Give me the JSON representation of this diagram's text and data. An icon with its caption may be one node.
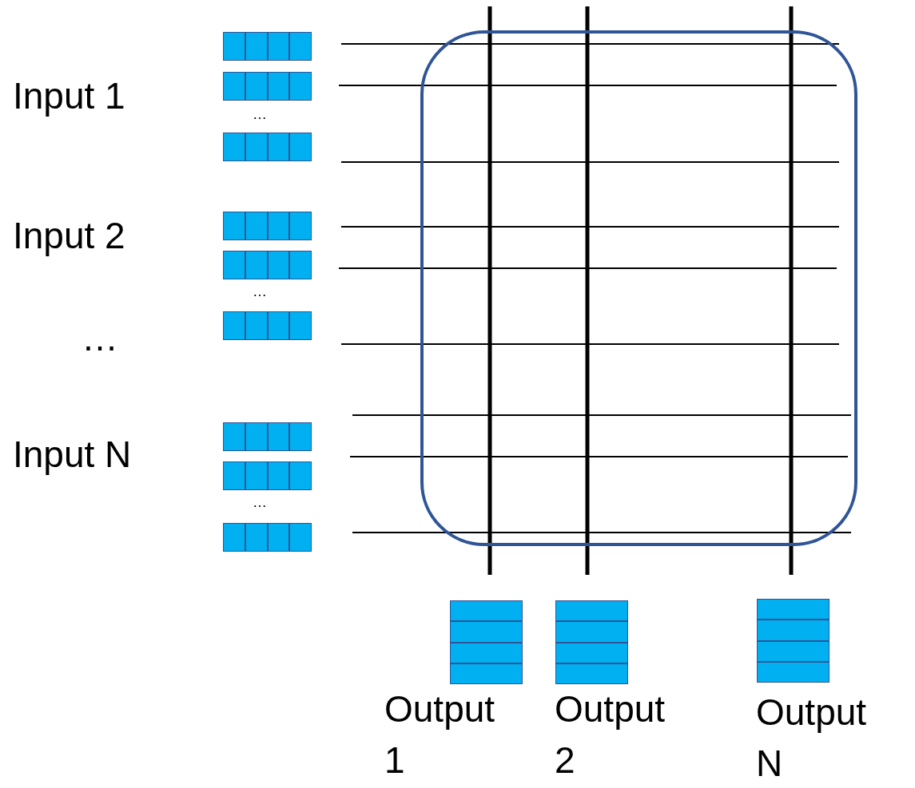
{
  "diagram": {
    "nodes": [
      {
        "text": [],
        "shape": "bar"
      },
      {
        "text": [],
        "shape": "bar"
      },
      {
        "text": [],
        "shape": "bar"
      },
      {
        "text": [],
        "shape": "bar"
      },
      {
        "text": [],
        "shape": "bar"
      },
      {
        "text": [],
        "shape": "bar"
      },
      {
        "text": [],
        "shape": "bar"
      },
      {
        "text": [],
        "shape": "bar"
      },
      {
        "text": [],
        "shape": "bar"
      },
      {
        "text": [],
        "shape": "box"
      },
      {
        "text": [],
        "shape": "bar",
        "beside": [
          "Output 1"
        ]
      },
      {
        "text": [],
        "shape": "bar",
        "beside": [
          "Output 2"
        ]
      },
      {
        "text": [],
        "shape": "bar",
        "beside": [
          "Output N"
        ]
      }
    ],
    "edges": [],
    "labels": [
      "Input 1",
      "…",
      "Input 2",
      "…",
      "…",
      "Input N",
      "…"
    ]
  }
}
